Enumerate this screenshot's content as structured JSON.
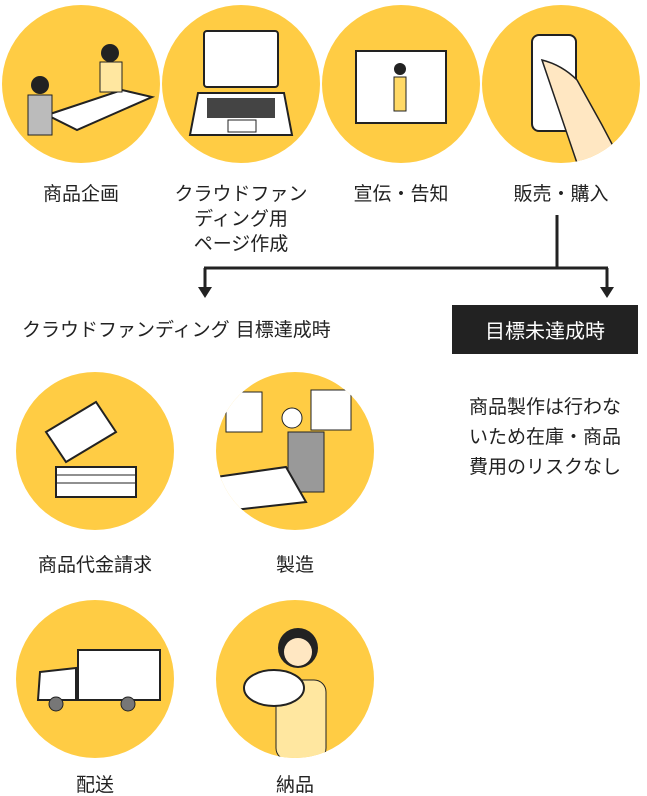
{
  "colors": {
    "accent": "#FFCC44",
    "ink": "#222222"
  },
  "steps": [
    {
      "label": "商品企画",
      "icon": "meeting-illustration"
    },
    {
      "label": "クラウドファンディング用ページ作成",
      "line1": "クラウドファン",
      "line2": "ディング用",
      "line3": "ページ作成",
      "icon": "laptop-illustration"
    },
    {
      "label": "宣伝・告知",
      "icon": "video-illustration"
    },
    {
      "label": "販売・購入",
      "icon": "smartphone-illustration"
    }
  ],
  "success": {
    "title": "クラウドファンディング 目標達成時",
    "steps": [
      {
        "label": "商品代金請求",
        "icon": "money-illustration"
      },
      {
        "label": "製造",
        "icon": "manufacturing-illustration"
      },
      {
        "label": "配送",
        "icon": "truck-illustration"
      },
      {
        "label": "納品",
        "icon": "delivery-illustration"
      }
    ]
  },
  "failure": {
    "title": "目標未達成時",
    "line1": "商品製作は行わな",
    "line2": "いため在庫・商品",
    "line3": "費用のリスクなし"
  }
}
